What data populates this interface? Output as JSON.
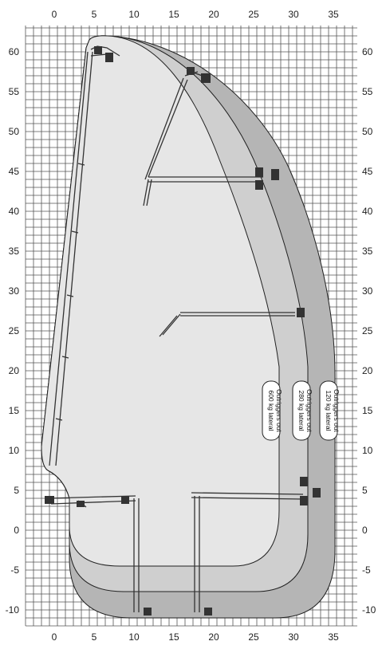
{
  "x_ticks": [
    "0",
    "5",
    "10",
    "15",
    "20",
    "25",
    "30",
    "35"
  ],
  "y_ticks": [
    "60",
    "55",
    "50",
    "45",
    "40",
    "35",
    "30",
    "25",
    "20",
    "15",
    "10",
    "5",
    "0",
    "-5",
    "-10"
  ],
  "zones": [
    {
      "line1": "600 kg lateral",
      "line2": "Outriggers out",
      "color": "#e6e6e6"
    },
    {
      "line1": "280 kg lateral",
      "line2": "Outriggers out",
      "color": "#cfcfcf"
    },
    {
      "line1": "120 kg lateral",
      "line2": "Outriggers out",
      "color": "#b5b5b5"
    }
  ],
  "colors": {
    "grid": "#555555",
    "outline": "#222222",
    "machine": "#333333"
  }
}
